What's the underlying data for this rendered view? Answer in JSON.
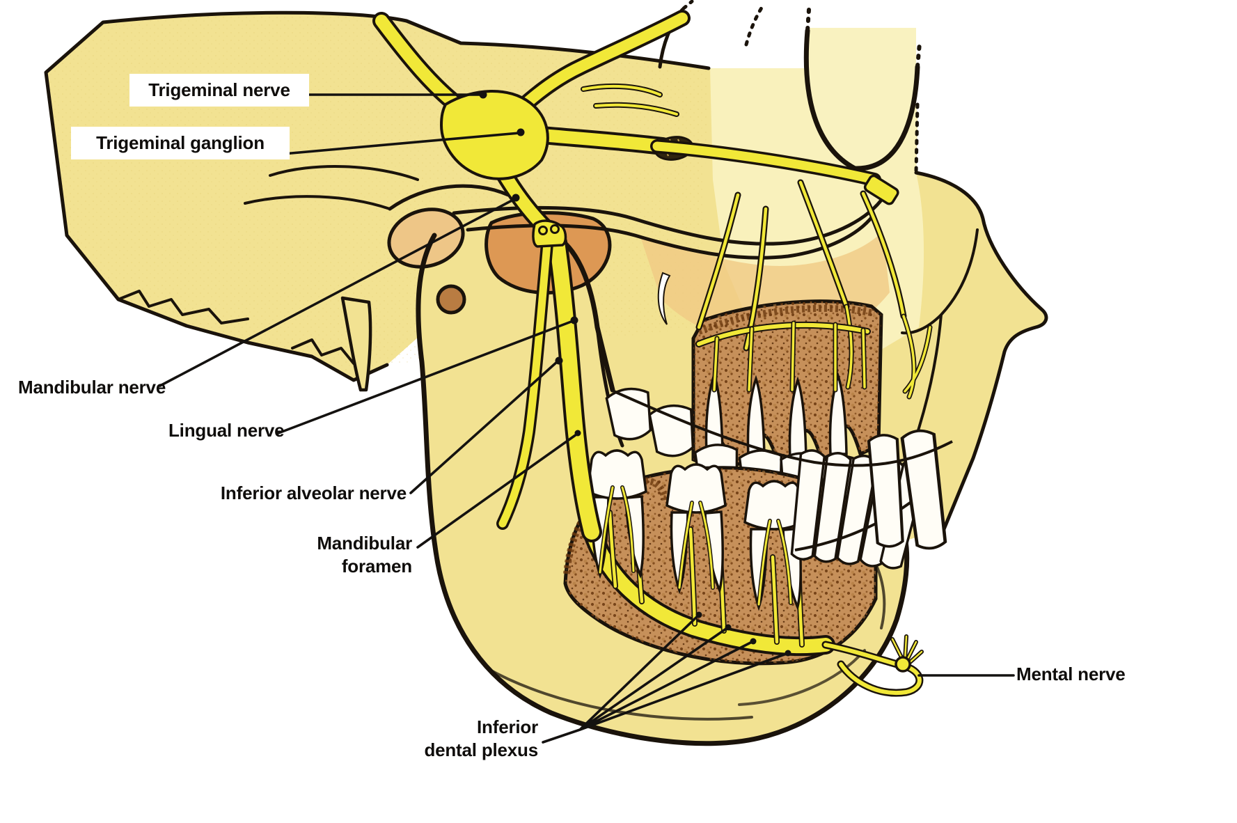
{
  "figure": {
    "labels": {
      "trigeminal_nerve": "Trigeminal nerve",
      "trigeminal_ganglion": "Trigeminal ganglion",
      "mandibular_nerve": "Mandibular nerve",
      "lingual_nerve": "Lingual nerve",
      "inferior_alveolar_nerve": "Inferior alveolar nerve",
      "mandibular_foramen": {
        "line1": "Mandibular",
        "line2": "foramen"
      },
      "inferior_dental_plexus": {
        "line1": "Inferior",
        "line2": "dental plexus"
      },
      "mental_nerve": "Mental nerve"
    },
    "colors": {
      "background": "#ffffff",
      "bone": "#f2e292",
      "bone_light": "#f9f1bc",
      "bone_shade": "#eec079",
      "fossa_shade": "#dd9854",
      "nerve_yellow": "#f1e838",
      "outline": "#1a130b",
      "marrow": "#c6905a",
      "marrow_speckle": "#6e3c12",
      "teeth": "#fffdf6",
      "leader_line": "#141210",
      "label_text": "#0f0d0b"
    }
  }
}
